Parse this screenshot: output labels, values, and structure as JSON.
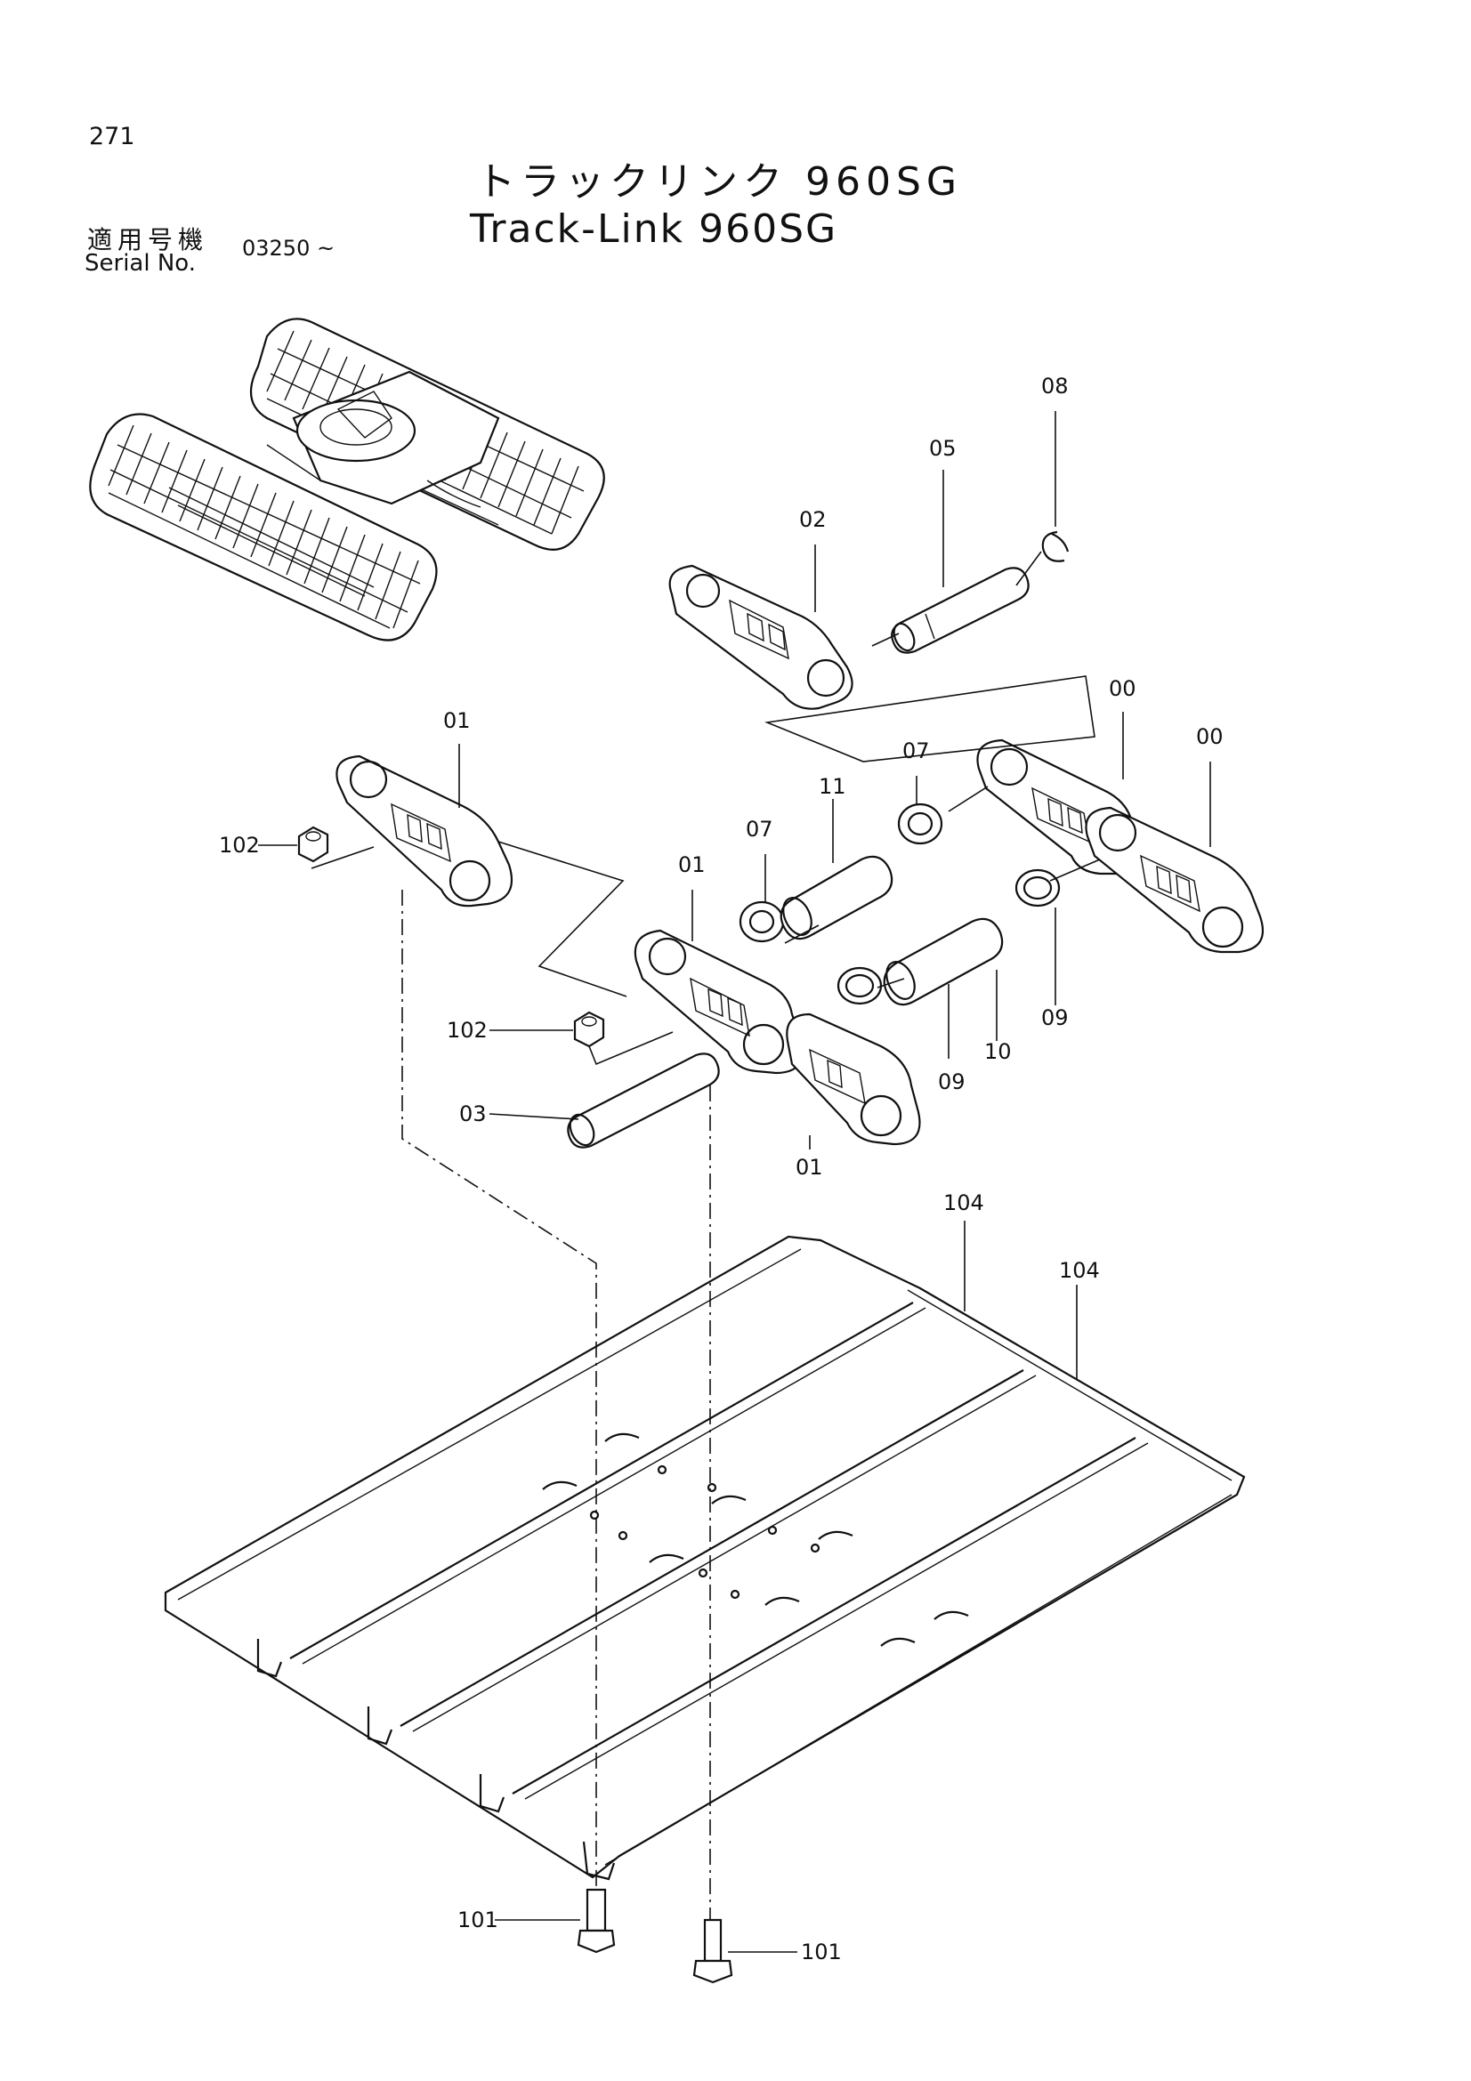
{
  "page_number": "271",
  "title_jp": "トラックリンク 960SG",
  "title_en": "Track-Link 960SG",
  "serial_label_jp": "適用号機",
  "serial_label_en": "Serial No.",
  "serial_value": "03250 ~",
  "callouts": {
    "c08": "08",
    "c05": "05",
    "c02": "02",
    "c00a": "00",
    "c00b": "00",
    "c01a": "01",
    "c01b": "01",
    "c01c": "01",
    "c07a": "07",
    "c07b": "07",
    "c11": "11",
    "c09a": "09",
    "c09b": "09",
    "c10": "10",
    "c102a": "102",
    "c102b": "102",
    "c03": "03",
    "c104a": "104",
    "c104b": "104",
    "c101a": "101",
    "c101b": "101"
  }
}
